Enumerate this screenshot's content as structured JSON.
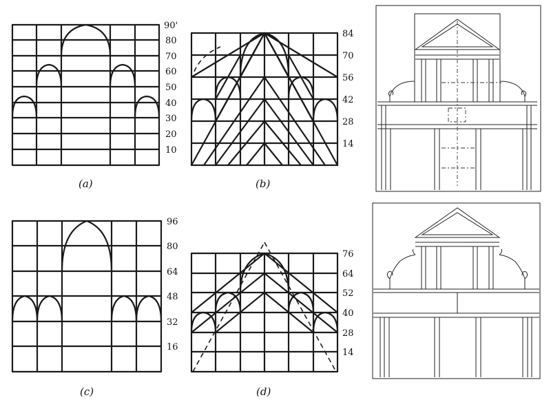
{
  "figure": {
    "a": {
      "caption": "(a)",
      "scale": [
        "90'",
        "80",
        "70",
        "60",
        "50",
        "40",
        "30",
        "20",
        "10"
      ]
    },
    "b": {
      "caption": "(b)",
      "scale": [
        "84",
        "70",
        "56",
        "42",
        "28",
        "14"
      ]
    },
    "c": {
      "caption": "(c)",
      "scale": [
        "96",
        "80",
        "64",
        "48",
        "32",
        "16"
      ]
    },
    "d": {
      "caption": "(d)",
      "scale": [
        "76",
        "64",
        "52",
        "40",
        "28",
        "14"
      ]
    }
  },
  "facades": {
    "top": {
      "name": "facade-elevation-top"
    },
    "bottom": {
      "name": "facade-elevation-bottom"
    }
  }
}
